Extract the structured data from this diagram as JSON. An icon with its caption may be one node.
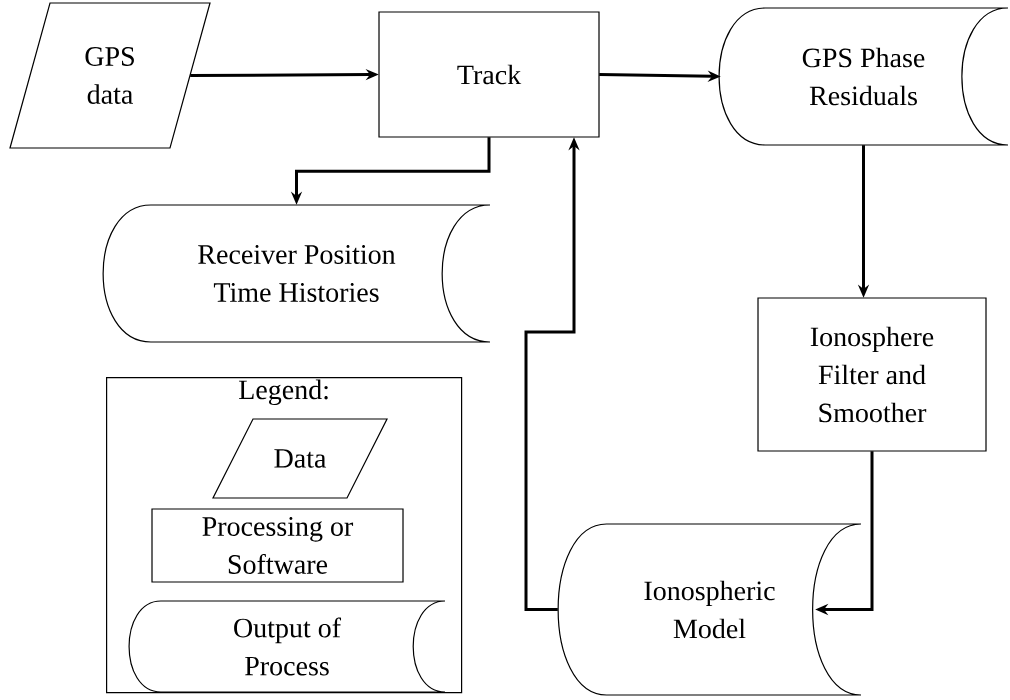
{
  "diagram": {
    "nodes": [
      {
        "text": [
          "GPS data"
        ]
      },
      {
        "text": [
          "Track"
        ]
      },
      {
        "text": [
          "GPS Phase Residuals"
        ]
      },
      {
        "text": [
          "Receiver Position Time Histories"
        ]
      },
      {
        "text": [
          "Ionosphere Filter and Smoother"
        ]
      },
      {
        "text": [
          "Ionospheric Model"
        ]
      },
      {
        "text": [
          "Legend:"
        ]
      },
      {
        "text": [
          "Data"
        ],
        "in": 6
      },
      {
        "text": [
          "Processing or Software"
        ],
        "in": 6
      },
      {
        "text": [
          "Output of Process"
        ],
        "in": 6
      }
    ],
    "edges": [
      {
        "from": 0,
        "to": 1,
        "arrow": "to"
      },
      {
        "from": 1,
        "to": 2,
        "arrow": "to"
      },
      {
        "from": 1,
        "to": 3,
        "arrow": "to"
      },
      {
        "from": 2,
        "to": 4,
        "arrow": "to"
      },
      {
        "from": 4,
        "to": 5,
        "arrow": "to"
      },
      {
        "from": 5,
        "to": 1,
        "arrow": "to"
      }
    ]
  }
}
